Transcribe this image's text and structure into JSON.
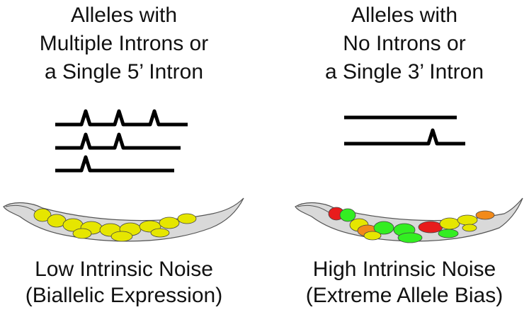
{
  "left": {
    "title_lines": [
      "Alleles with",
      "Multiple Introns or",
      "a Single 5’ Intron"
    ],
    "caption_lines": [
      "Low Intrinsic Noise",
      "(Biallelic Expression)"
    ]
  },
  "right": {
    "title_lines": [
      "Alleles with",
      "No Introns or",
      "a Single 3’ Intron"
    ],
    "caption_lines": [
      "High Intrinsic Noise",
      "(Extreme Allele Bias)"
    ]
  },
  "colors": {
    "line": "#000000",
    "worm_body": "#d9d9d9",
    "cell_yellow": "#e6e600",
    "cell_green": "#33ee22",
    "cell_orange": "#f28a1a",
    "cell_red": "#e81c1c"
  }
}
